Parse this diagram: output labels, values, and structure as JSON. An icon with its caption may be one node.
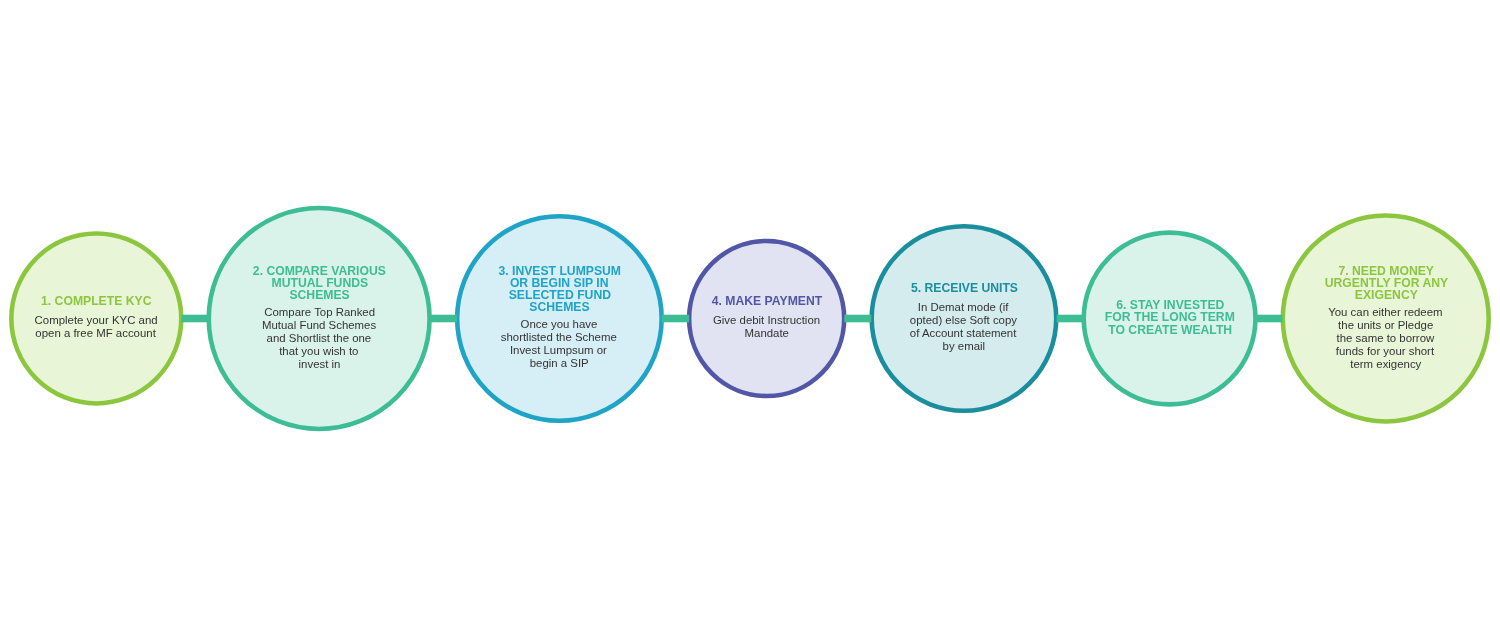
{
  "diagram": {
    "nodes": [
      {
        "text": [
          "1. COMPLETE KYC",
          "Complete your KYC and open a free MF account"
        ]
      },
      {
        "text": [
          "2. COMPARE VARIOUS MUTUAL FUNDS SCHEMES",
          "Compare Top Ranked Mutual Fund Schemes and Shortlist the one that you wish to invest in"
        ]
      },
      {
        "text": [
          "3. INVEST LUMPSUM OR BEGIN SIP IN SELECTED FUND SCHEMES",
          "Once you have shortlisted the Scheme Invest Lumpsum or begin a SIP"
        ]
      },
      {
        "text": [
          "4. MAKE PAYMENT",
          "Give debit Instruction Mandate"
        ]
      },
      {
        "text": [
          "5. RECEIVE UNITS",
          "In Demat mode (if opted) else Soft copy of Account statement by email"
        ]
      },
      {
        "text": [
          "6. STAY INVESTED FOR THE LONG TERM TO CREATE WEALTH"
        ]
      },
      {
        "text": [
          "7. NEED MONEY URGENTLY FOR ANY EXIGENCY",
          "You can either redeem the units or Pledge the same to borrow funds for your short term exigency"
        ]
      }
    ],
    "edges": [
      {
        "from": 0,
        "to": 1,
        "arrow": "none"
      },
      {
        "from": 1,
        "to": 2,
        "arrow": "none"
      },
      {
        "from": 2,
        "to": 3,
        "arrow": "none"
      },
      {
        "from": 3,
        "to": 4,
        "arrow": "none"
      },
      {
        "from": 4,
        "to": 5,
        "arrow": "none"
      },
      {
        "from": 5,
        "to": 6,
        "arrow": "none"
      }
    ]
  }
}
